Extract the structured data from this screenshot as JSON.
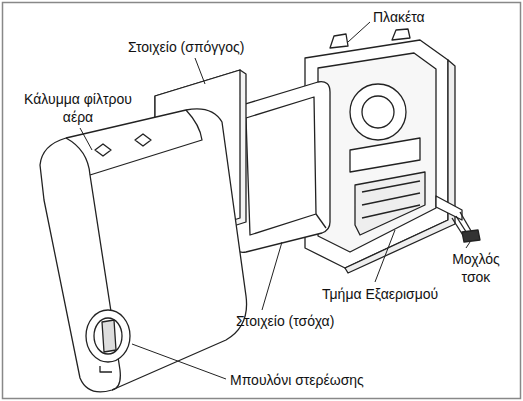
{
  "diagram": {
    "labels": [
      "Πλακέτα",
      "Στοιχείο (σπόγγος)",
      "Κάλυμμα φίλτρου αέρα",
      "Μοχλός τσοκ",
      "Τμήμα Εξαερισμού",
      "Στοιχείο (τσόχα)",
      "Μπουλόνι στερέωσης"
    ]
  }
}
